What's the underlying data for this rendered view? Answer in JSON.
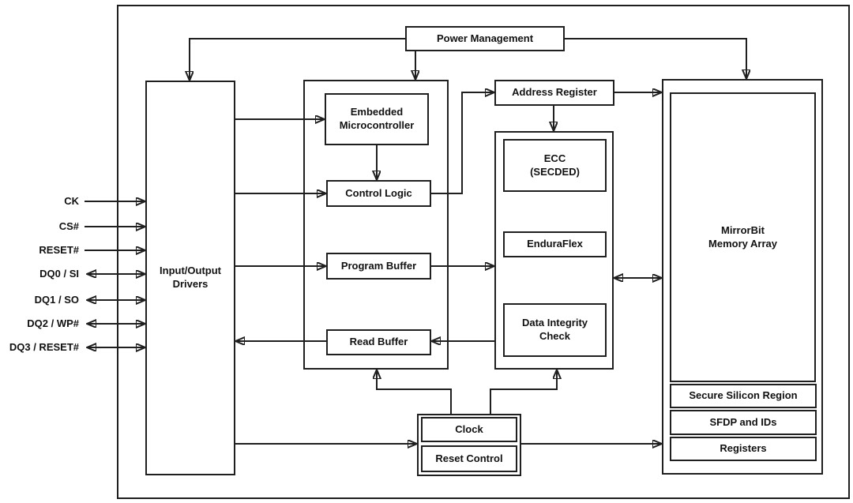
{
  "diagram": {
    "colors": {
      "line": "#1f1f1f",
      "text": "#111111",
      "background": "#ffffff",
      "box_fill": "#ffffff"
    },
    "blocks": {
      "power_management": "Power Management",
      "io_drivers": "Input/Output\nDrivers",
      "embedded_microcontroller": "Embedded\nMicrocontroller",
      "control_logic": "Control Logic",
      "program_buffer": "Program Buffer",
      "read_buffer": "Read Buffer",
      "address_register": "Address Register",
      "ecc": "ECC\n(SECDED)",
      "enduraflex": "EnduraFlex",
      "data_integrity_check": "Data Integrity\nCheck",
      "memory_array": "MirrorBit\nMemory Array",
      "secure_silicon_region": "Secure Silicon Region",
      "sfdp_and_ids": "SFDP and IDs",
      "registers": "Registers",
      "clock": "Clock",
      "reset_control": "Reset Control"
    },
    "signals": [
      {
        "label": "CK",
        "direction": "input"
      },
      {
        "label": "CS#",
        "direction": "input"
      },
      {
        "label": "RESET#",
        "direction": "input"
      },
      {
        "label": "DQ0 / SI",
        "direction": "bidirectional"
      },
      {
        "label": "DQ1 / SO",
        "direction": "bidirectional"
      },
      {
        "label": "DQ2 / WP#",
        "direction": "bidirectional"
      },
      {
        "label": "DQ3 / RESET#",
        "direction": "bidirectional"
      }
    ],
    "connections": [
      {
        "from": "power-management",
        "to": "io-drivers"
      },
      {
        "from": "power-management",
        "to": "mirrorbit-memory-array"
      },
      {
        "from": "power-management",
        "to": "logic-section"
      },
      {
        "from": "io-drivers",
        "to": "embedded-microcontroller"
      },
      {
        "from": "io-drivers",
        "to": "control-logic"
      },
      {
        "from": "io-drivers",
        "to": "program-buffer"
      },
      {
        "from": "read-buffer",
        "to": "io-drivers"
      },
      {
        "from": "embedded-microcontroller",
        "to": "control-logic"
      },
      {
        "from": "control-logic",
        "to": "address-register"
      },
      {
        "from": "address-register",
        "to": "mirrorbit-memory-array"
      },
      {
        "from": "address-register",
        "to": "ecc-section"
      },
      {
        "from": "program-buffer",
        "to": "ecc-section"
      },
      {
        "from": "ecc-section",
        "to": "read-buffer"
      },
      {
        "from": "ecc-section",
        "to": "mirrorbit-memory-array",
        "bidirectional": true
      },
      {
        "from": "io-drivers",
        "to": "clock-reset-control"
      },
      {
        "from": "clock-reset-control",
        "to": "mirrorbit-memory-array"
      },
      {
        "from": "clock-reset-control",
        "to": "logic-section"
      },
      {
        "from": "clock-reset-control",
        "to": "ecc-section"
      }
    ]
  }
}
